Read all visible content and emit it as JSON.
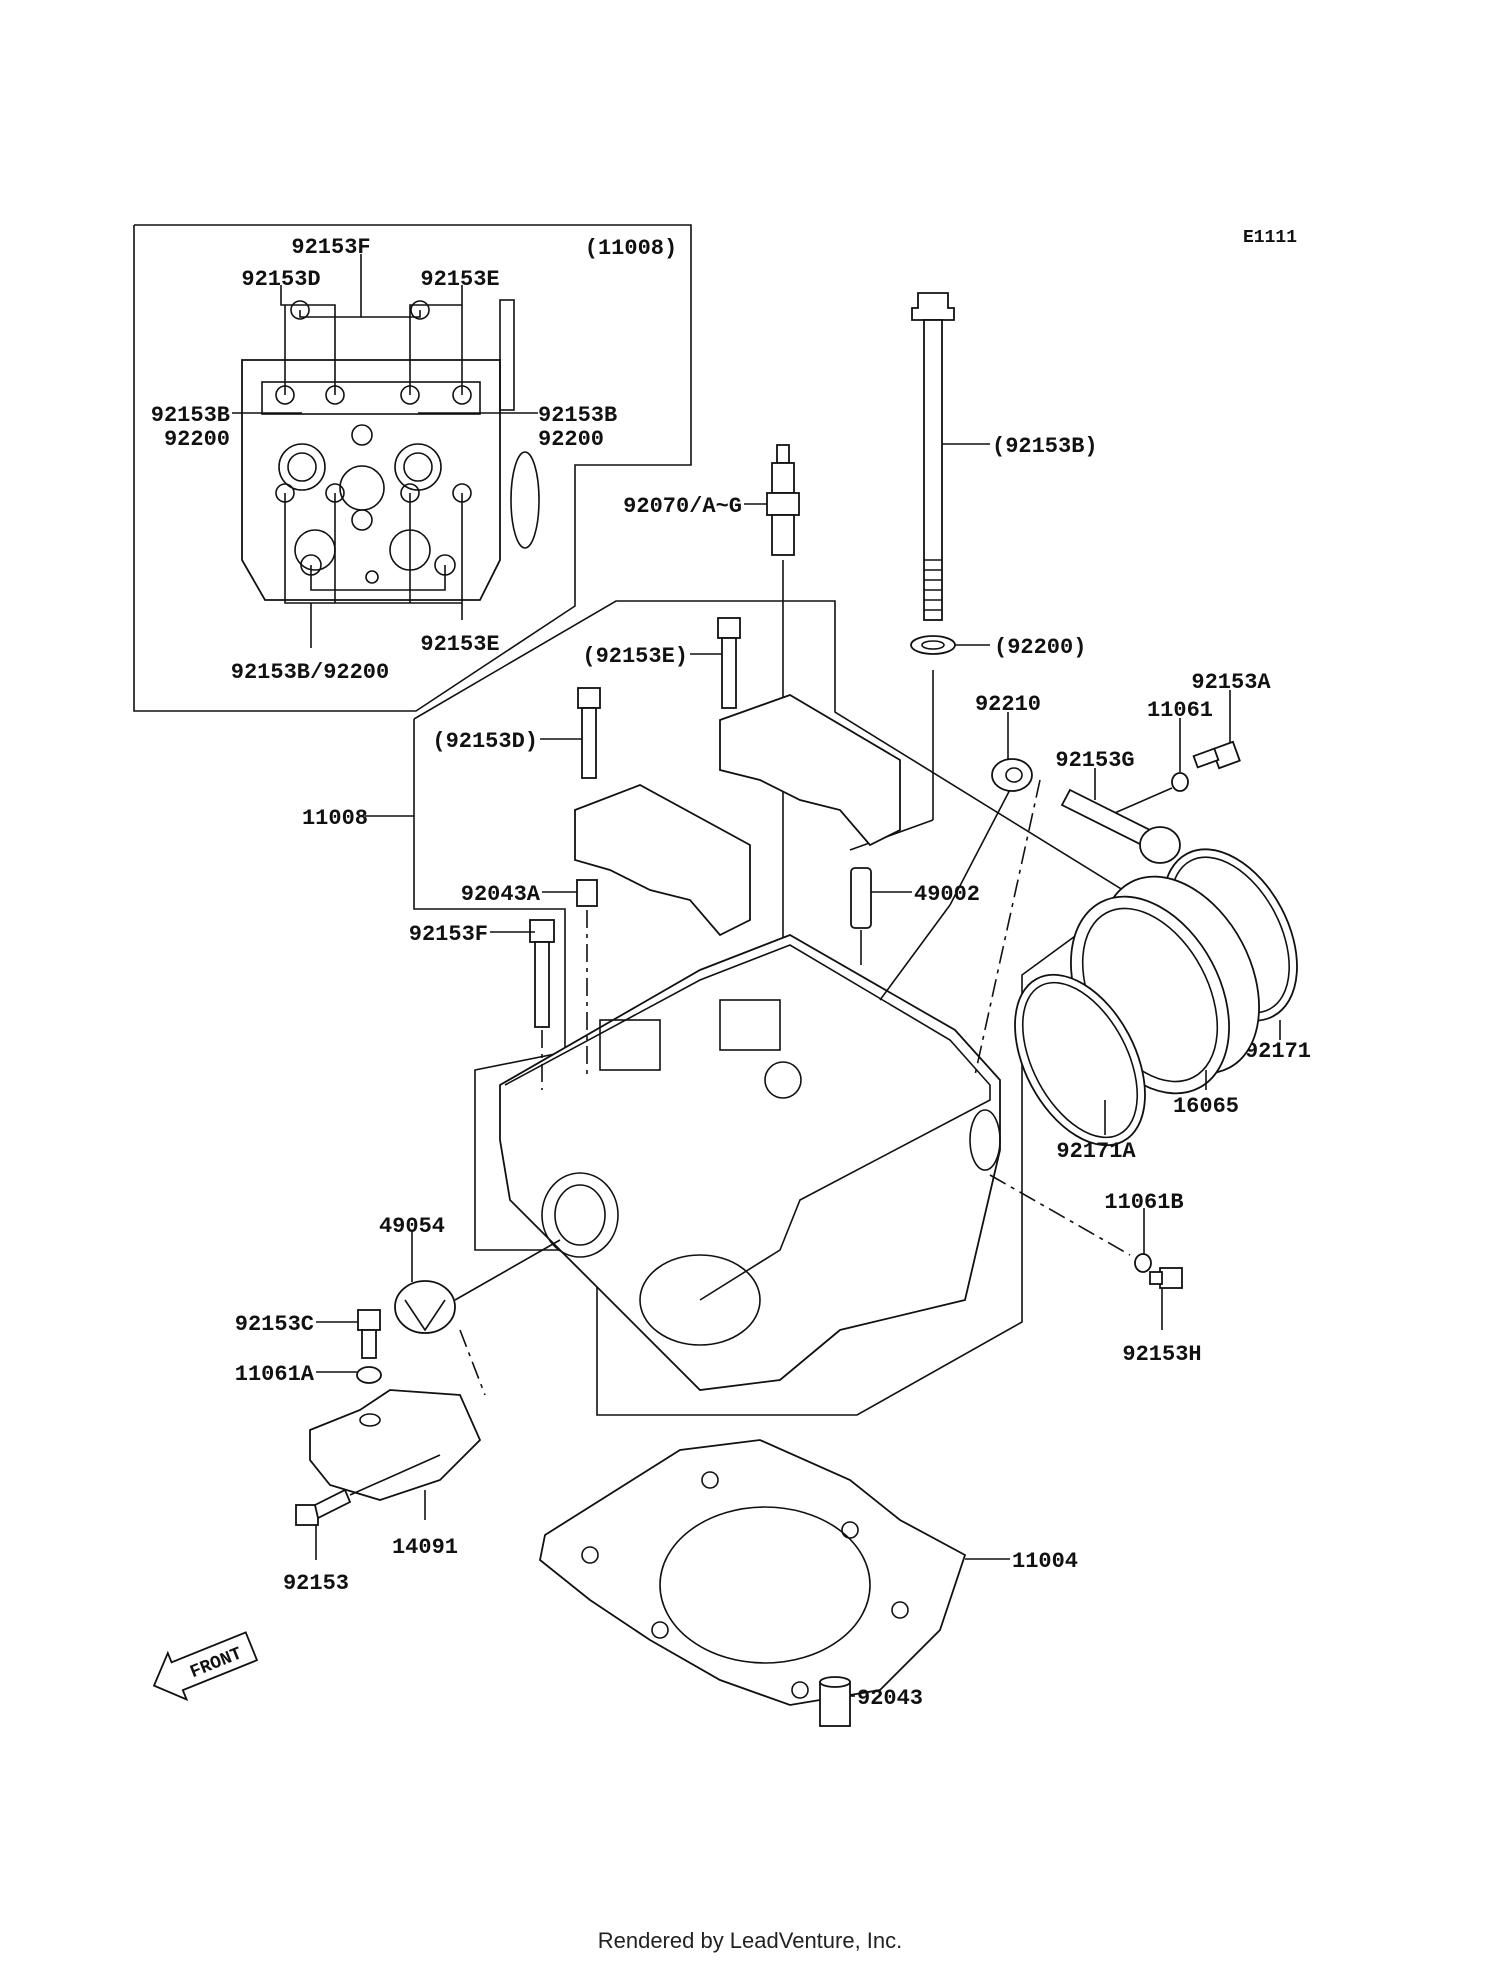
{
  "diagram_code": "E1111",
  "inset": {
    "title": "(11008)",
    "labels": [
      "92153F",
      "92153D",
      "92153E",
      "92153B",
      "92200",
      "92153B",
      "92200",
      "92153E",
      "92153B/92200"
    ]
  },
  "callouts": {
    "spark_plug": "92070/A~G",
    "head_bolt_ref": "(92153B)",
    "washer_ref": "(92200)",
    "cam_cap_bolt_e_ref": "(92153E)",
    "cam_cap_bolt_d_ref": "(92153D)",
    "nut": "92210",
    "bolt_a": "92153A",
    "gasket_washer": "11061",
    "bolt_g": "92153G",
    "cylinder_head": "11008",
    "dowel_a": "92043A",
    "plug": "49002",
    "bolt_f": "92153F",
    "clamp": "92171",
    "intake_duct": "16065",
    "clamp_a": "92171A",
    "gasket_b": "11061B",
    "bolt_h": "92153H",
    "thermostat": "49054",
    "bolt_c": "92153C",
    "gasket_a": "11061A",
    "housing": "14091",
    "bolt": "92153",
    "head_gasket": "11004",
    "dowel": "92043"
  },
  "front_marker": "FRONT",
  "footer": "Rendered by LeadVenture, Inc."
}
